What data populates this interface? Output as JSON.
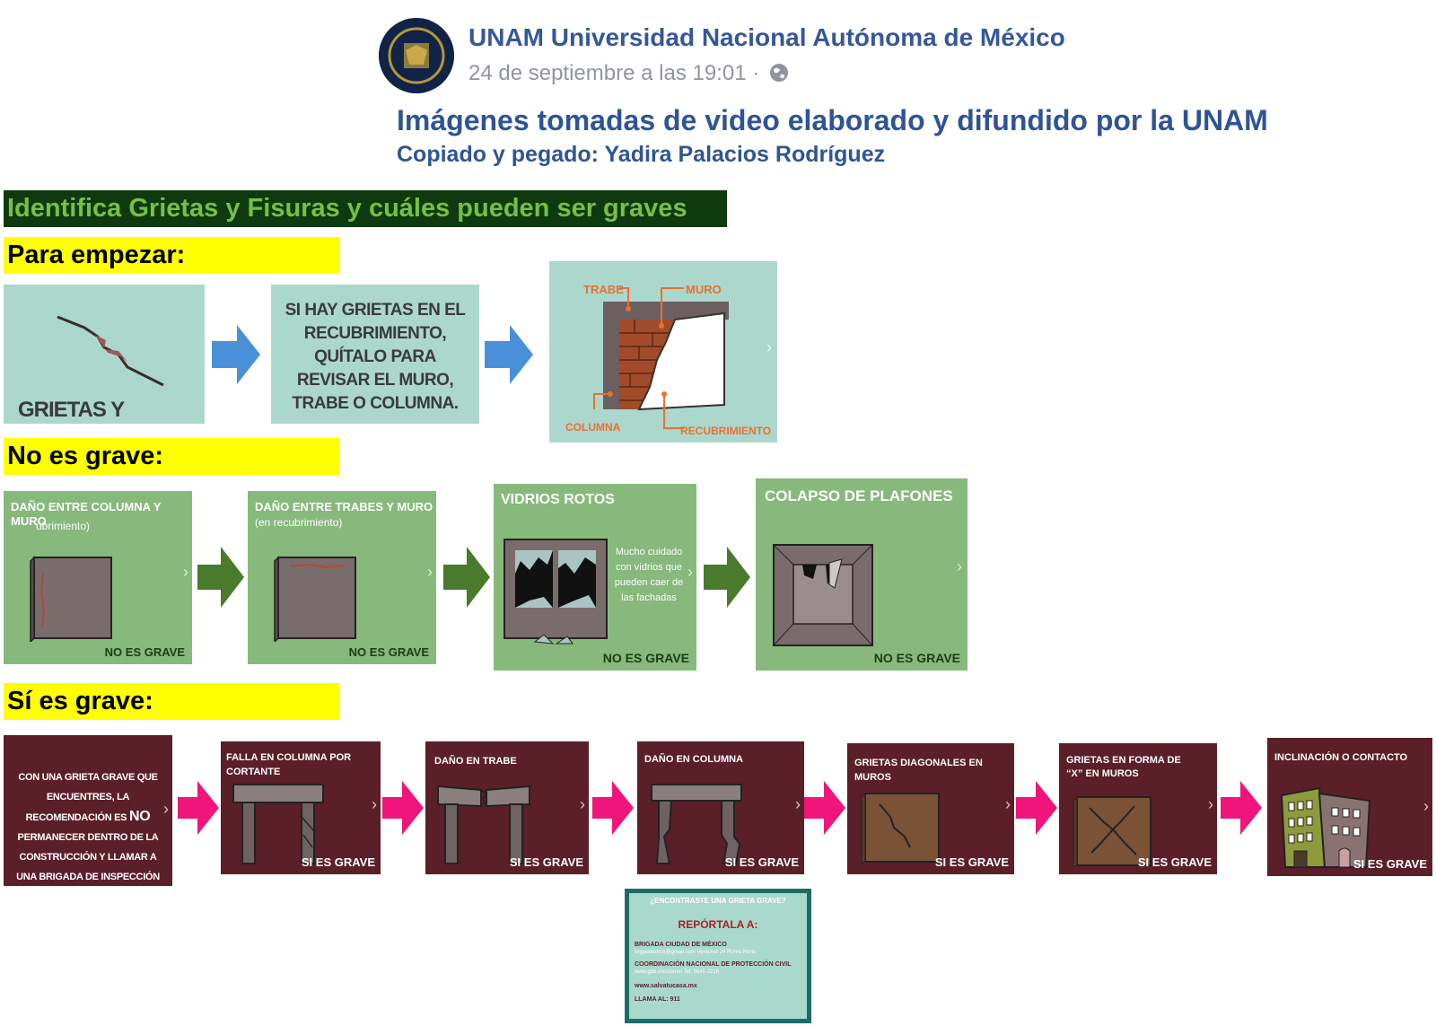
{
  "post": {
    "author": "UNAM Universidad Nacional Autónoma de México",
    "timestamp": "24 de septiembre a las 19:01 ·",
    "globe_icon": "globe-icon"
  },
  "caption": {
    "line1": "Imágenes tomadas de video elaborado y difundido por la UNAM",
    "line2": "Copiado y pegado: Yadira Palacios Rodríguez"
  },
  "banner": "Identifica Grietas y Fisuras y cuáles pueden ser graves",
  "sections": {
    "start": "Para empezar:",
    "not_serious": "No es grave:",
    "serious": "Sí es grave:"
  },
  "start_cards": {
    "cracks": "GRIETAS Y FISURAS",
    "instruction": "SI HAY GRIETAS EN EL RECUBRIMIENTO, QUÍTALO PARA REVISAR EL MURO, TRABE O COLUMNA.",
    "diagram": {
      "trabe": "TRABE",
      "muro": "MURO",
      "columna": "COLUMNA",
      "recubrimiento": "RECUBRIMIENTO"
    }
  },
  "not_serious_cards": [
    {
      "title": "DAÑO ENTRE COLUMNA Y MURO",
      "subtitle": "ubrimiento)",
      "tag": "NO ES GRAVE"
    },
    {
      "title": "DAÑO ENTRE TRABES Y MURO",
      "subtitle": "(en recubrimiento)",
      "tag": "NO ES GRAVE"
    },
    {
      "title": "VIDRIOS ROTOS",
      "note": "Mucho cuidado con vidrios que pueden caer de las fachadas",
      "tag": "NO ES GRAVE"
    },
    {
      "title": "COLAPSO DE PLAFONES",
      "tag": "NO ES GRAVE"
    }
  ],
  "serious_intro": {
    "before": "CON UNA GRIETA GRAVE QUE ENCUENTRES, LA RECOMENDACIÓN ES",
    "no": "NO",
    "after": "PERMANECER DENTRO DE LA CONSTRUCCIÓN Y LLAMAR A UNA BRIGADA DE INSPECCIÓN DE DAÑOS."
  },
  "serious_cards": [
    {
      "title": "FALLA EN COLUMNA POR CORTANTE",
      "tag": "SI ES GRAVE"
    },
    {
      "title": "DAÑO EN TRABE",
      "tag": "SI ES GRAVE"
    },
    {
      "title": "DAÑO EN COLUMNA",
      "tag": "SI ES GRAVE"
    },
    {
      "title": "GRIETAS DIAGONALES EN MUROS",
      "tag": "SI ES GRAVE"
    },
    {
      "title": "GRIETAS EN FORMA DE “X” EN MUROS",
      "tag": "SI ES GRAVE"
    },
    {
      "title": "INCLINACIÓN O CONTACTO",
      "tag": "SI ES GRAVE"
    }
  ],
  "report": {
    "question": "¿ENCONTRASTE UNA GRIETA GRAVE?",
    "heading": "REPÓRTALA A:",
    "org1": "BRIGADA CIUDAD DE MÉXICO",
    "org1_detail": "brigadacdmx@gmail.com Veracruz 24 Roma Norte",
    "org2": "COORDINACIÓN NACIONAL DE PROTECCIÓN CIVIL",
    "org2_detail": "www.gob.mx/sismo/ Tel: 5645 2216",
    "site": "www.salvatucasa.mx",
    "call": "LLAMA AL: 911"
  },
  "colors": {
    "teal": "#acd7cc",
    "green": "#86b97b",
    "maroon": "#5a1f29",
    "blue_arrow": "#4a90d9",
    "green_arrow": "#4a7a2c",
    "pink_arrow": "#f0157a",
    "yellow": "#ffff00"
  }
}
